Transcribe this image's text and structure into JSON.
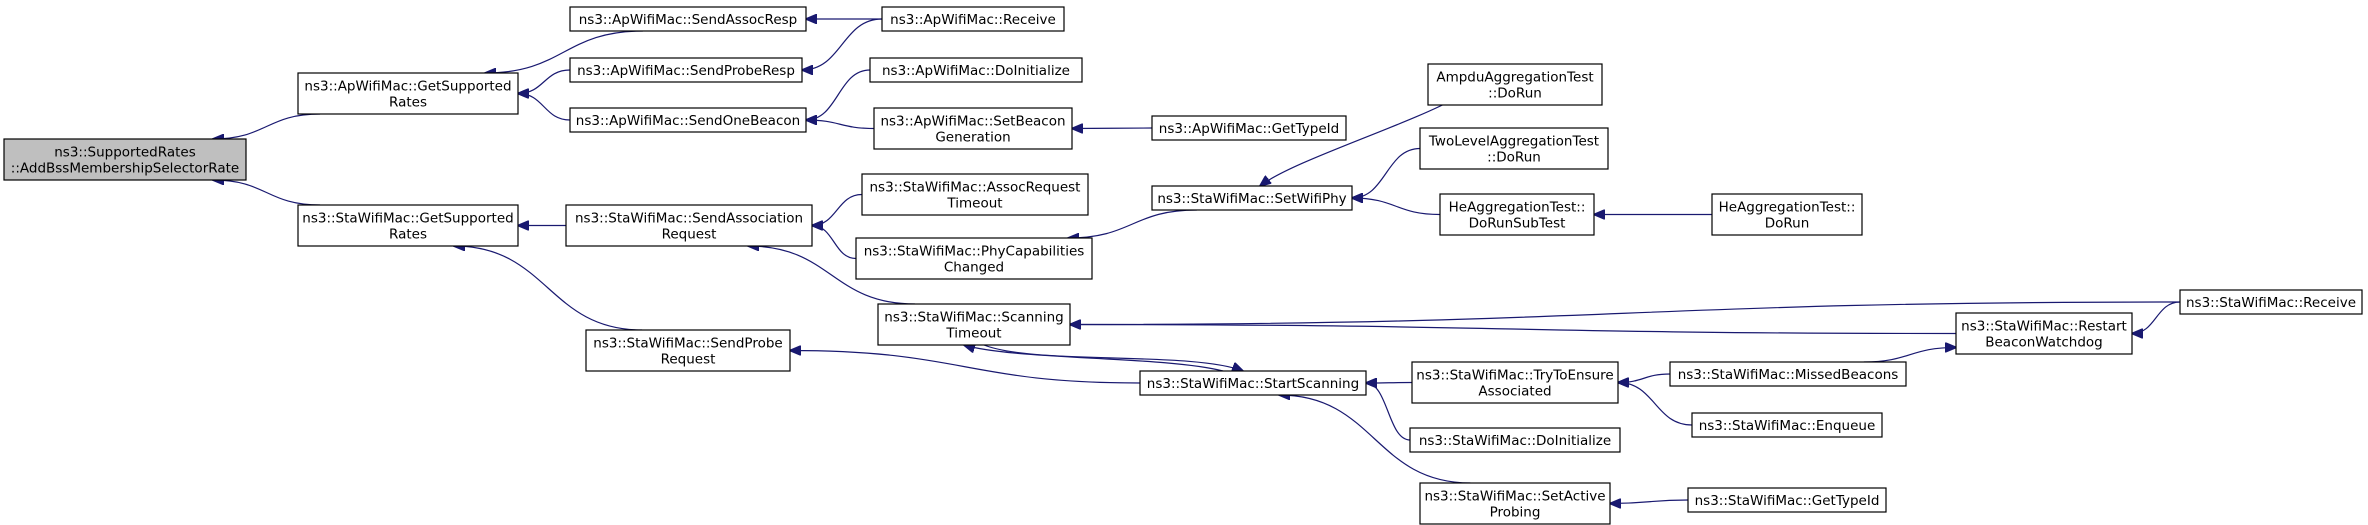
{
  "colors": {
    "edge": "#191970",
    "root_fill": "#bfbfbf",
    "node_fill": "#ffffff",
    "border": "#000000"
  },
  "nodes": {
    "root": [
      "ns3::SupportedRates",
      "::AddBssMembershipSelectorRate"
    ],
    "ap_get_supported_rates": [
      "ns3::ApWifiMac::GetSupported",
      "Rates"
    ],
    "sta_get_supported_rates": [
      "ns3::StaWifiMac::GetSupported",
      "Rates"
    ],
    "ap_send_assoc_resp": [
      "ns3::ApWifiMac::SendAssocResp"
    ],
    "ap_send_probe_resp": [
      "ns3::ApWifiMac::SendProbeResp"
    ],
    "ap_send_one_beacon": [
      "ns3::ApWifiMac::SendOneBeacon"
    ],
    "ap_receive": [
      "ns3::ApWifiMac::Receive"
    ],
    "ap_do_initialize": [
      "ns3::ApWifiMac::DoInitialize"
    ],
    "ap_set_beacon_generation": [
      "ns3::ApWifiMac::SetBeacon",
      "Generation"
    ],
    "ap_get_type_id": [
      "ns3::ApWifiMac::GetTypeId"
    ],
    "sta_send_association_request": [
      "ns3::StaWifiMac::SendAssociation",
      "Request"
    ],
    "sta_send_probe_request": [
      "ns3::StaWifiMac::SendProbe",
      "Request"
    ],
    "sta_assoc_request_timeout": [
      "ns3::StaWifiMac::AssocRequest",
      "Timeout"
    ],
    "sta_phy_capabilities_changed": [
      "ns3::StaWifiMac::PhyCapabilities",
      "Changed"
    ],
    "sta_scanning_timeout": [
      "ns3::StaWifiMac::Scanning",
      "Timeout"
    ],
    "sta_start_scanning": [
      "ns3::StaWifiMac::StartScanning"
    ],
    "sta_set_wifi_phy": [
      "ns3::StaWifiMac::SetWifiPhy"
    ],
    "ampdu_aggregation_test": [
      "AmpduAggregationTest",
      "::DoRun"
    ],
    "two_level_aggregation_test": [
      "TwoLevelAggregationTest",
      "::DoRun"
    ],
    "he_aggregation_test_subtest": [
      "HeAggregationTest::",
      "DoRunSubTest"
    ],
    "he_aggregation_test_run": [
      "HeAggregationTest::",
      "DoRun"
    ],
    "sta_try_to_ensure_associated": [
      "ns3::StaWifiMac::TryToEnsure",
      "Associated"
    ],
    "sta_do_initialize": [
      "ns3::StaWifiMac::DoInitialize"
    ],
    "sta_set_active_probing": [
      "ns3::StaWifiMac::SetActive",
      "Probing"
    ],
    "sta_missed_beacons": [
      "ns3::StaWifiMac::MissedBeacons"
    ],
    "sta_enqueue": [
      "ns3::StaWifiMac::Enqueue"
    ],
    "sta_get_type_id": [
      "ns3::StaWifiMac::GetTypeId"
    ],
    "sta_restart_beacon_watchdog": [
      "ns3::StaWifiMac::Restart",
      "BeaconWatchdog"
    ],
    "sta_receive": [
      "ns3::StaWifiMac::Receive"
    ]
  },
  "edges": [
    {
      "from": "ap_get_supported_rates",
      "to": "root"
    },
    {
      "from": "sta_get_supported_rates",
      "to": "root"
    },
    {
      "from": "ap_send_assoc_resp",
      "to": "ap_get_supported_rates"
    },
    {
      "from": "ap_send_probe_resp",
      "to": "ap_get_supported_rates"
    },
    {
      "from": "ap_send_one_beacon",
      "to": "ap_get_supported_rates"
    },
    {
      "from": "ap_receive",
      "to": "ap_send_assoc_resp"
    },
    {
      "from": "ap_receive",
      "to": "ap_send_probe_resp"
    },
    {
      "from": "ap_do_initialize",
      "to": "ap_send_one_beacon"
    },
    {
      "from": "ap_set_beacon_generation",
      "to": "ap_send_one_beacon"
    },
    {
      "from": "ap_get_type_id",
      "to": "ap_set_beacon_generation"
    },
    {
      "from": "sta_send_association_request",
      "to": "sta_get_supported_rates"
    },
    {
      "from": "sta_send_probe_request",
      "to": "sta_get_supported_rates"
    },
    {
      "from": "sta_assoc_request_timeout",
      "to": "sta_send_association_request"
    },
    {
      "from": "sta_phy_capabilities_changed",
      "to": "sta_send_association_request"
    },
    {
      "from": "sta_scanning_timeout",
      "to": "sta_send_association_request"
    },
    {
      "from": "sta_start_scanning",
      "to": "sta_send_probe_request"
    },
    {
      "from": "sta_start_scanning",
      "to": "sta_scanning_timeout"
    },
    {
      "from": "sta_scanning_timeout",
      "to": "sta_start_scanning"
    },
    {
      "from": "sta_set_wifi_phy",
      "to": "sta_phy_capabilities_changed"
    },
    {
      "from": "ampdu_aggregation_test",
      "to": "sta_set_wifi_phy"
    },
    {
      "from": "two_level_aggregation_test",
      "to": "sta_set_wifi_phy"
    },
    {
      "from": "he_aggregation_test_subtest",
      "to": "sta_set_wifi_phy"
    },
    {
      "from": "he_aggregation_test_run",
      "to": "he_aggregation_test_subtest"
    },
    {
      "from": "sta_try_to_ensure_associated",
      "to": "sta_start_scanning"
    },
    {
      "from": "sta_do_initialize",
      "to": "sta_start_scanning"
    },
    {
      "from": "sta_set_active_probing",
      "to": "sta_start_scanning"
    },
    {
      "from": "sta_missed_beacons",
      "to": "sta_try_to_ensure_associated"
    },
    {
      "from": "sta_enqueue",
      "to": "sta_try_to_ensure_associated"
    },
    {
      "from": "sta_get_type_id",
      "to": "sta_set_active_probing"
    },
    {
      "from": "sta_restart_beacon_watchdog",
      "to": "sta_scanning_timeout"
    },
    {
      "from": "sta_missed_beacons",
      "to": "sta_restart_beacon_watchdog"
    },
    {
      "from": "sta_receive",
      "to": "sta_restart_beacon_watchdog"
    },
    {
      "from": "sta_receive",
      "to": "sta_scanning_timeout"
    }
  ]
}
